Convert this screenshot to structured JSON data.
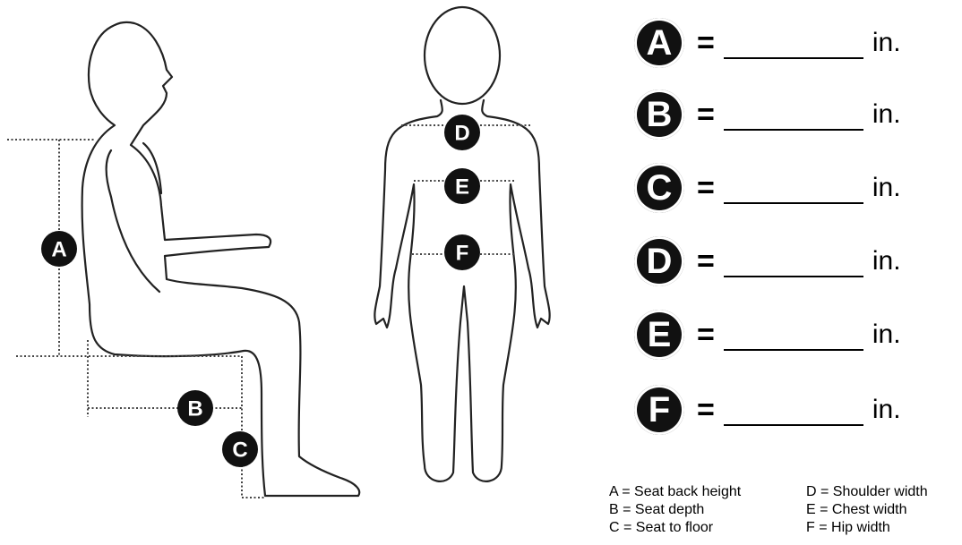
{
  "figure_badges": {
    "A": "A",
    "B": "B",
    "C": "C",
    "D": "D",
    "E": "E",
    "F": "F"
  },
  "form": {
    "rows": [
      {
        "letter": "A",
        "equals": "=",
        "unit": "in."
      },
      {
        "letter": "B",
        "equals": "=",
        "unit": "in."
      },
      {
        "letter": "C",
        "equals": "=",
        "unit": "in."
      },
      {
        "letter": "D",
        "equals": "=",
        "unit": "in."
      },
      {
        "letter": "E",
        "equals": "=",
        "unit": "in."
      },
      {
        "letter": "F",
        "equals": "=",
        "unit": "in."
      }
    ]
  },
  "legend": {
    "left": [
      "A = Seat back height",
      "B = Seat depth",
      "C = Seat to floor"
    ],
    "right": [
      "D = Shoulder width",
      "E = Chest width",
      "F = Hip width"
    ]
  },
  "colors": {
    "badge": "#111111",
    "line": "#222222"
  }
}
